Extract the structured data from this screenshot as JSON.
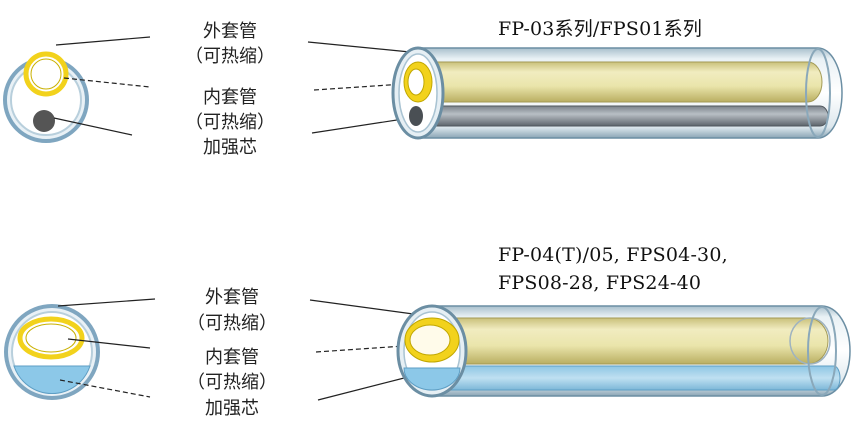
{
  "top": {
    "title": "FP-03系列/FPS01系列",
    "labels": {
      "outer_tube": "外套管",
      "outer_note": "（可热缩）",
      "inner_tube": "内套管",
      "inner_note": "（可热缩）",
      "strength_core": "加强芯"
    },
    "core_color": "#555555"
  },
  "bottom": {
    "title_line1": "FP-04(T)/05, FPS04-30,",
    "title_line2": "FPS08-28, FPS24-40",
    "labels": {
      "outer_tube": "外套管",
      "outer_note": "（可热缩）",
      "inner_tube": "内套管",
      "inner_note": "（可热缩）",
      "strength_core": "加强芯"
    },
    "core_color": "#8cc8e8"
  },
  "colors": {
    "outer_ring": "#7fa6c0",
    "tube_glass": "#d8e6ee",
    "inner_yellow": "#f2d21c",
    "inner_tube_fill": "#e8e6b0"
  }
}
